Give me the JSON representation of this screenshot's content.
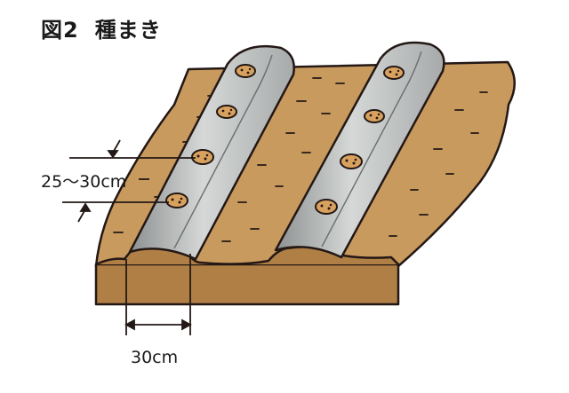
{
  "title": {
    "figure": "図2",
    "caption": "種まき"
  },
  "labels": {
    "seed_spacing": "25～30cm",
    "ridge_width": "30cm"
  },
  "colors": {
    "soil": "#c99a5e",
    "soil_cross_section": "#b07f45",
    "mulch_film": "#a3a6a6",
    "mulch_highlight": "#d6d8d8",
    "seed": "#d9a15e",
    "outline": "#231815"
  }
}
